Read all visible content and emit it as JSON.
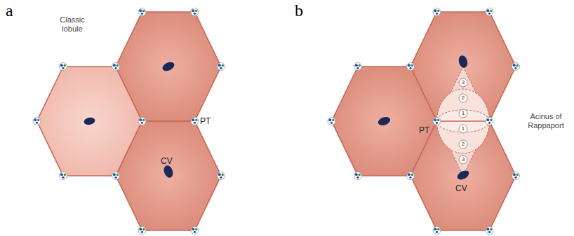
{
  "diagram": {
    "labels": [
      "a",
      "b",
      "Classic lobule",
      "PT",
      "CV",
      "PT",
      "Acinus of Rappaport",
      "CV",
      "3",
      "2",
      "1",
      "1",
      "2",
      "3"
    ]
  }
}
